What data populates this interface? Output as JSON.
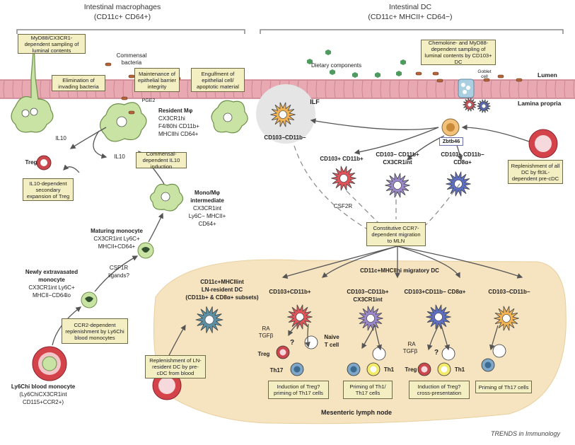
{
  "headers": {
    "macrophages_title": "Intestinal macrophages",
    "macrophages_markers": "(CD11c+ CD64+)",
    "dc_title": "Intestinal DC",
    "dc_markers": "(CD11c+ MHCII+ CD64−)"
  },
  "regions": {
    "lumen": "Lumen",
    "lamina_propria": "Lamina propria",
    "mln": "Mesenteric lymph node",
    "ilf": "ILF"
  },
  "boxes": {
    "myd88_sampling": "MyD88/CX3CR1-dependent sampling of luminal contents",
    "elimination": "Elimination of invading bacteria",
    "barrier": "Maintenance of epithelial barrier integrity",
    "engulfment": "Engulfment of epithelial cell/ apoptotic material",
    "commensal_il10": "Commensal-dependent IL10 induction",
    "il10_treg": "IL10-dependent secondary expansion of Treg",
    "ccr2": "CCR2-dependent replenishment by Ly6Chi blood monocytes",
    "replenish_ln": "Replenishment of LN-resident DC by pre-cDC from blood",
    "chemokine": "Chemokine- and MyD88-dependent sampling of luminal contents by CD103+ DC",
    "replenish_all": "Replenishment of all DC by flt3L-dependent pre-cDC",
    "ccr7": "Constitutive CCR7-dependent migration to MLN",
    "induction_treg_1": "Induction of Treg? priming of Th17 cells",
    "priming_th1": "Priming of Th1/ Th17 cells",
    "induction_treg_2": "Induction of Treg? cross-presentation",
    "priming_th17": "Priming of Th17 cells"
  },
  "labels": {
    "commensal_bacteria": "Commensal bacteria",
    "dietary_components": "Dietary components",
    "goblet_cell": "Goblet cell",
    "pge2": "PGE2",
    "il10_a": "IL10",
    "il10_b": "IL10",
    "treg_left": "Treg",
    "resident_title": "Resident Mφ",
    "resident_m1": "CX3CR1hi",
    "resident_m2": "F4/80hi CD11b+",
    "resident_m3": "MHCIIhi CD64+",
    "mono_title": "Mono/Mφ",
    "mono_title2": "intermediate",
    "mono_m1": "CX3CR1int",
    "mono_m2": "Ly6C− MHCII+",
    "mono_m3": "CD64+",
    "maturing_title": "Maturing monocyte",
    "maturing_m1": "CX3CR1int Ly6C+",
    "maturing_m2": "MHCII+CD64+",
    "csf1r": "CSF1R",
    "csf1r2": "ligands?",
    "newly_title": "Newly extravasated",
    "newly_title2": "monocyte",
    "newly_m1": "CX3CR1int Ly6C+",
    "newly_m2": "MHCII−CD64lo",
    "blood_title": "Ly6Chi blood monocyte",
    "blood_m1": "(Ly6ChiCX3CR1int",
    "blood_m2": "CD115+CCR2+)",
    "ilf_dc": "CD103−CD11b−",
    "zbtb46": "Zbtb46",
    "dc1": "CD103+ CD11b+",
    "dc2": "CD103− CD11b+",
    "dc2b": "CX3CR1int",
    "dc3": "CD103+ CD11b−",
    "dc3b": "CD8α+",
    "csf2r": "CSF2R",
    "ln_resident_1": "CD11c+MHCIIint",
    "ln_resident_2": "LN-resident DC",
    "ln_resident_3": "(CD11b+ & CD8α+ subsets)",
    "migratory": "CD11c+MHCIIhi migratory DC",
    "mig1": "CD103+CD11b+",
    "mig2": "CD103−CD11b+",
    "mig2b": "CX3CR1int",
    "mig3": "CD103+CD11b− CD8α+",
    "mig4": "CD103−CD11b−",
    "ra1": "RA",
    "tgfb1": "TGFβ",
    "ra2": "RA",
    "tgfb2": "TGFβ",
    "q1": "?",
    "q2": "?",
    "naive": "Naive",
    "naive2": "T cell",
    "treg_a": "Treg",
    "th17_a": "Th17",
    "th1_a": "Th1",
    "treg_b": "Treg",
    "th1_b": "Th1",
    "footer": "TRENDS in Immunology"
  },
  "colors": {
    "epithelium": "#e8a9b3",
    "lumen_line": "#c77f8b",
    "macrophage": "#c8e3a4",
    "mln_bg": "#f6e3c0",
    "box_fill": "#f4efc3",
    "dc_red": "#e2545a",
    "dc_purple": "#9a87c9",
    "dc_blue": "#5d6fc4",
    "dc_orange": "#f2b352",
    "dc_teal": "#5b8fa3"
  }
}
